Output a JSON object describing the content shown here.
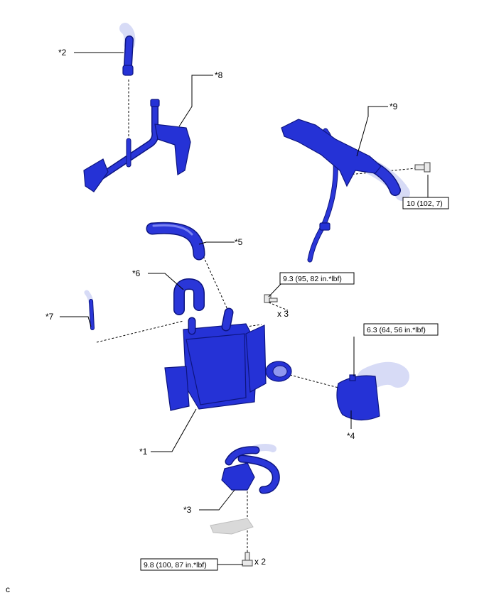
{
  "colors": {
    "part_fill": "#2532d6",
    "part_outline": "#0d1580",
    "bolt_fill": "#e9e9e9",
    "line": "#000000"
  },
  "callouts": {
    "c1": "*1",
    "c2": "*2",
    "c3": "*3",
    "c4": "*4",
    "c5": "*5",
    "c6": "*6",
    "c7": "*7",
    "c8": "*8",
    "c9": "*9"
  },
  "torque_specs": {
    "t10": "10 (102, 7)",
    "t93": "9.3 (95, 82 in.*lbf)",
    "t63": "6.3 (64, 56 in.*lbf)",
    "t98": "9.8 (100, 87 in.*lbf)"
  },
  "quantities": {
    "x3": "x 3",
    "x2": "x 2"
  },
  "footer_code": "c"
}
